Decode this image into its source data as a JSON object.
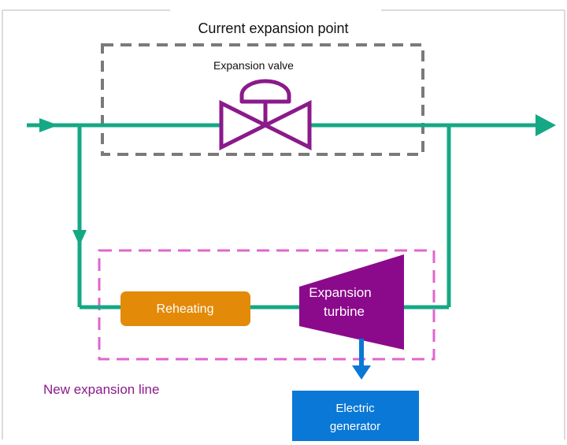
{
  "diagram": {
    "current_point_label": "Current expansion point",
    "valve_label": "Expansion valve",
    "new_line_label": "New expansion line",
    "reheating_label": "Reheating",
    "turbine_label_line1": "Expansion",
    "turbine_label_line2": "turbine",
    "generator_label_line1": "Electric",
    "generator_label_line2": "generator"
  },
  "colors": {
    "pipe": "#14a884",
    "valve": "#8b1a8b",
    "current_box": "#7a7a7a",
    "new_box": "#e066cc",
    "reheater": "#e38a08",
    "turbine": "#8b0a8b",
    "generator": "#0a78d6",
    "shaft": "#0a78d6",
    "new_line_text": "#8b1a8b"
  }
}
